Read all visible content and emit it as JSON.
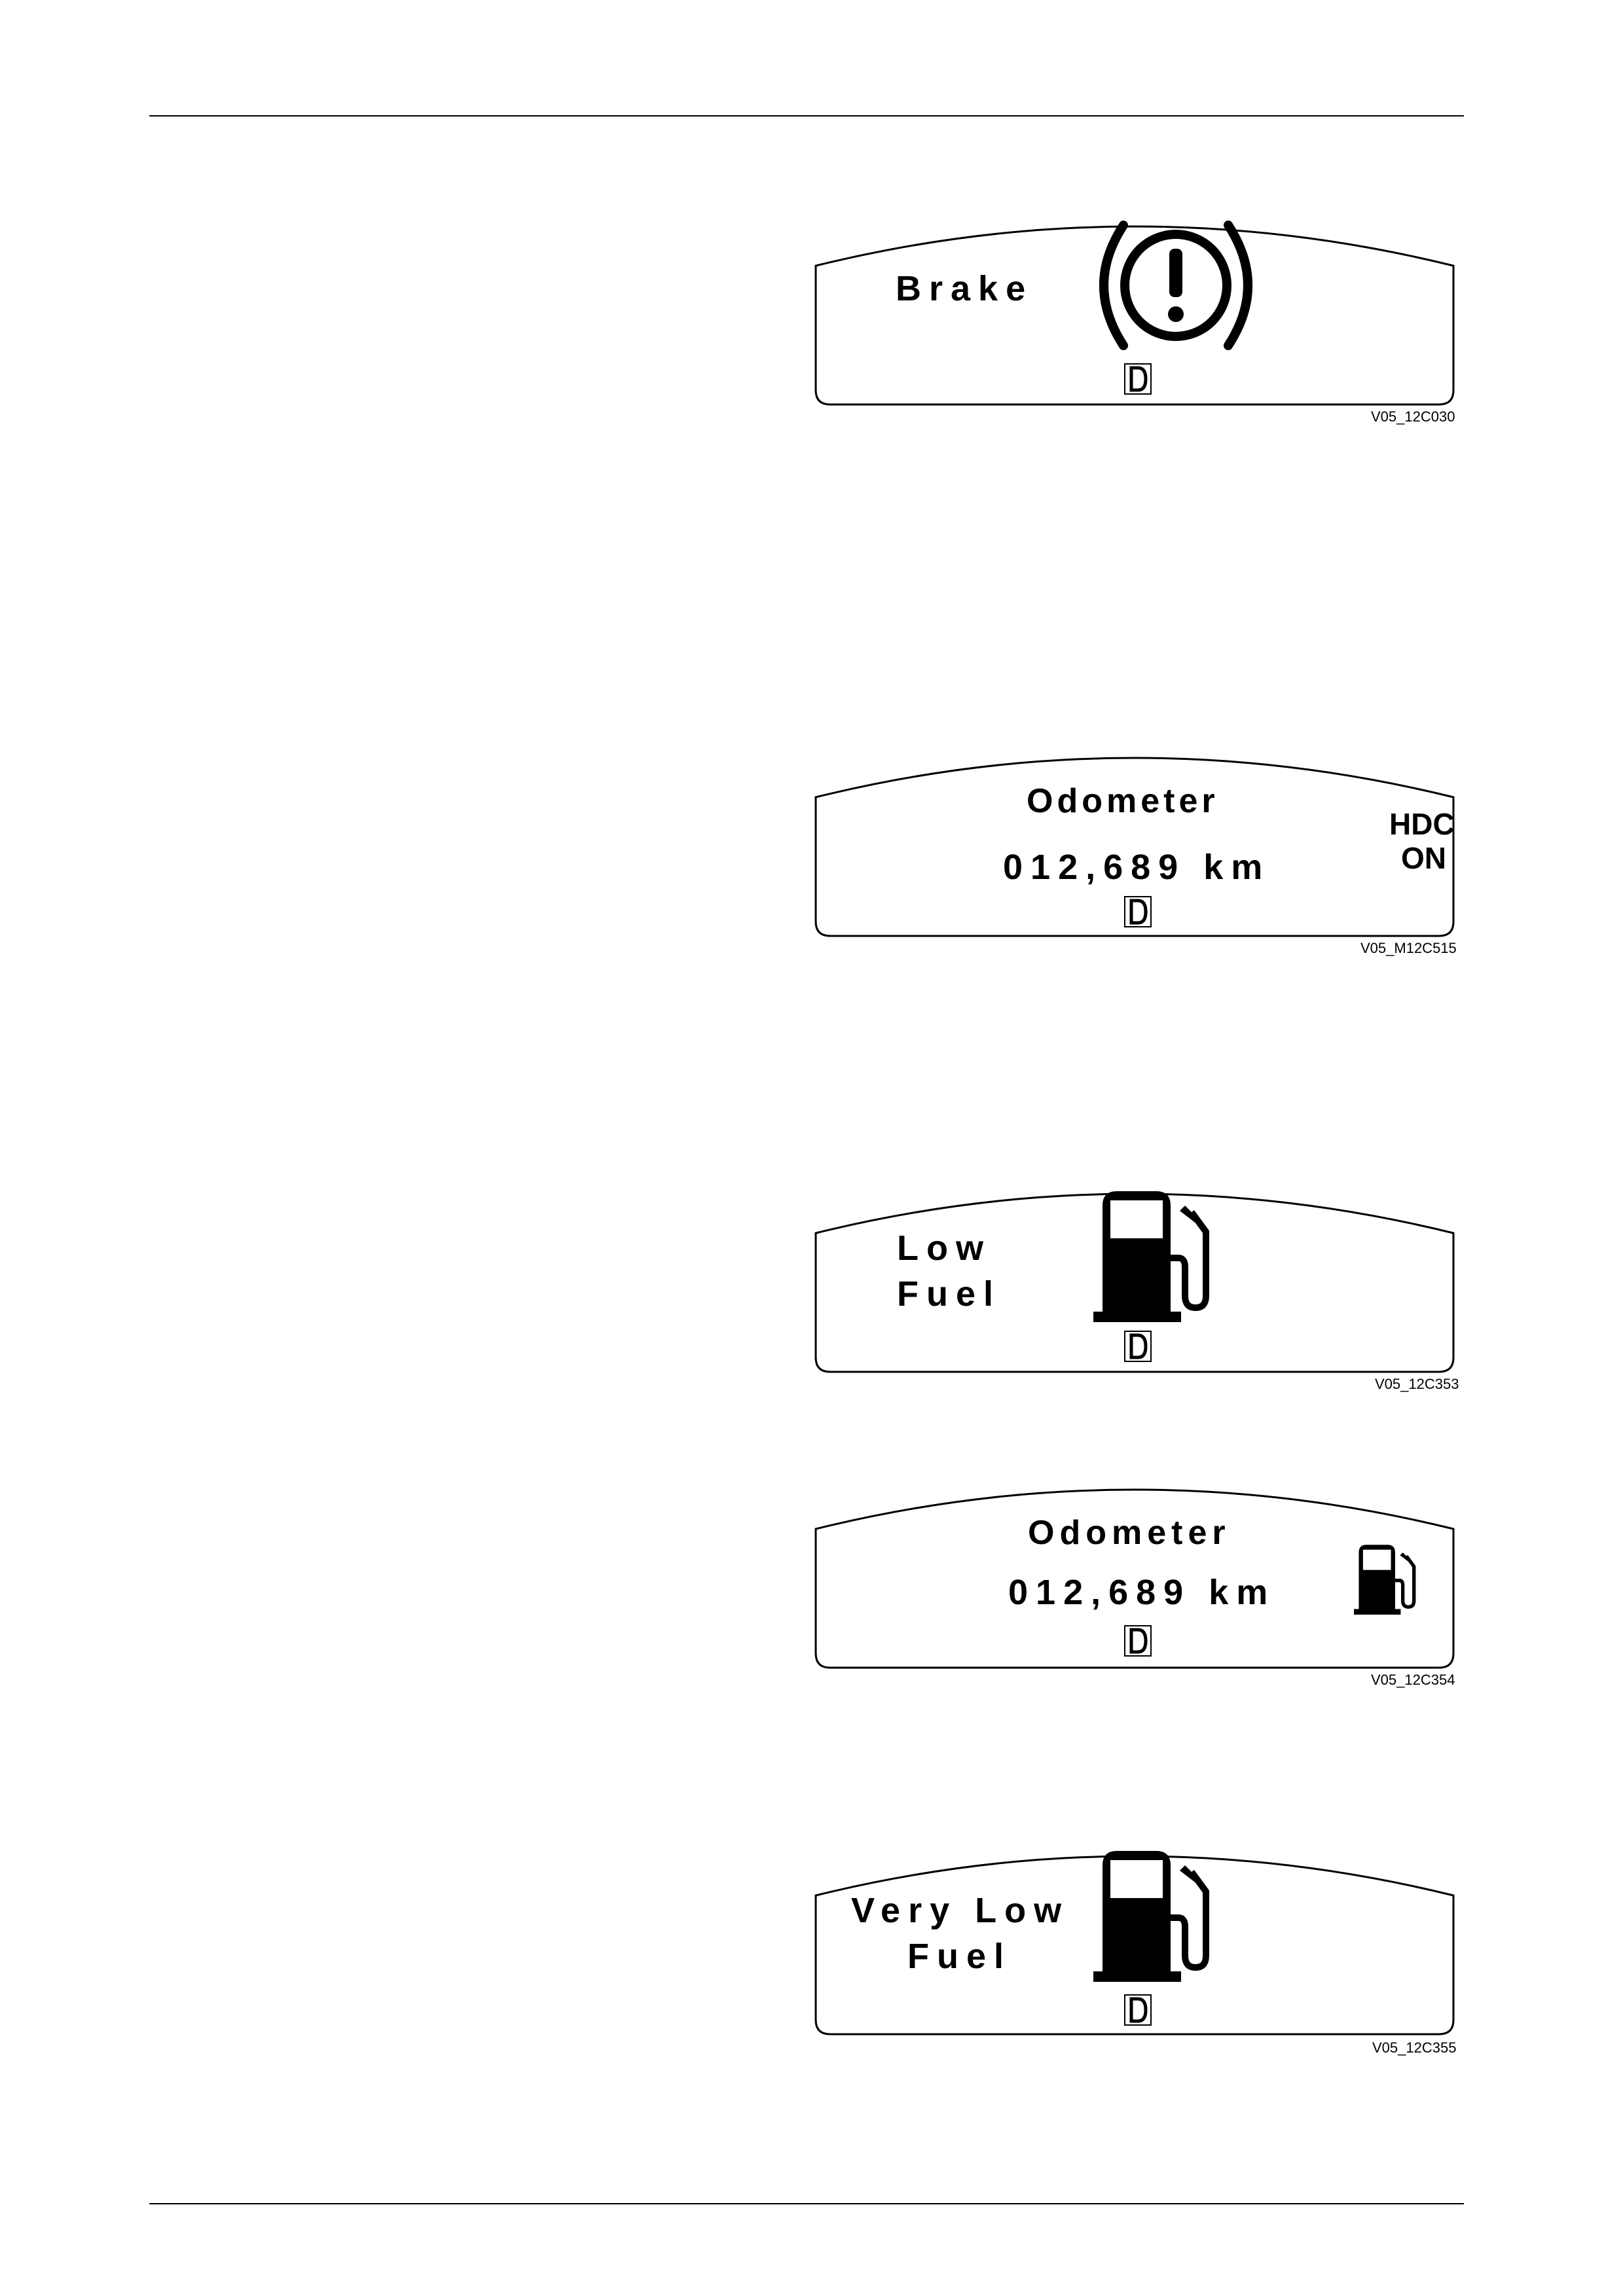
{
  "panels": [
    {
      "id": "brake",
      "lines": [
        "Brake"
      ],
      "gear": "D",
      "caption": "V05_12C030"
    },
    {
      "id": "odometer-hdc",
      "label": "Odometer",
      "value": "012,689 km",
      "status": [
        "HDC",
        "ON"
      ],
      "gear": "D",
      "caption": "V05_M12C515"
    },
    {
      "id": "low-fuel",
      "lines": [
        "Low",
        "Fuel"
      ],
      "gear": "D",
      "caption": "V05_12C353"
    },
    {
      "id": "odometer-fuel",
      "label": "Odometer",
      "value": "012,689 km",
      "gear": "D",
      "caption": "V05_12C354"
    },
    {
      "id": "very-low-fuel",
      "lines": [
        "Very Low",
        "Fuel"
      ],
      "gear": "D",
      "caption": "V05_12C355"
    }
  ],
  "icons": {
    "brake": "brake-warning-icon",
    "fuel": "fuel-pump-icon",
    "gear": "gear-drive-icon"
  }
}
